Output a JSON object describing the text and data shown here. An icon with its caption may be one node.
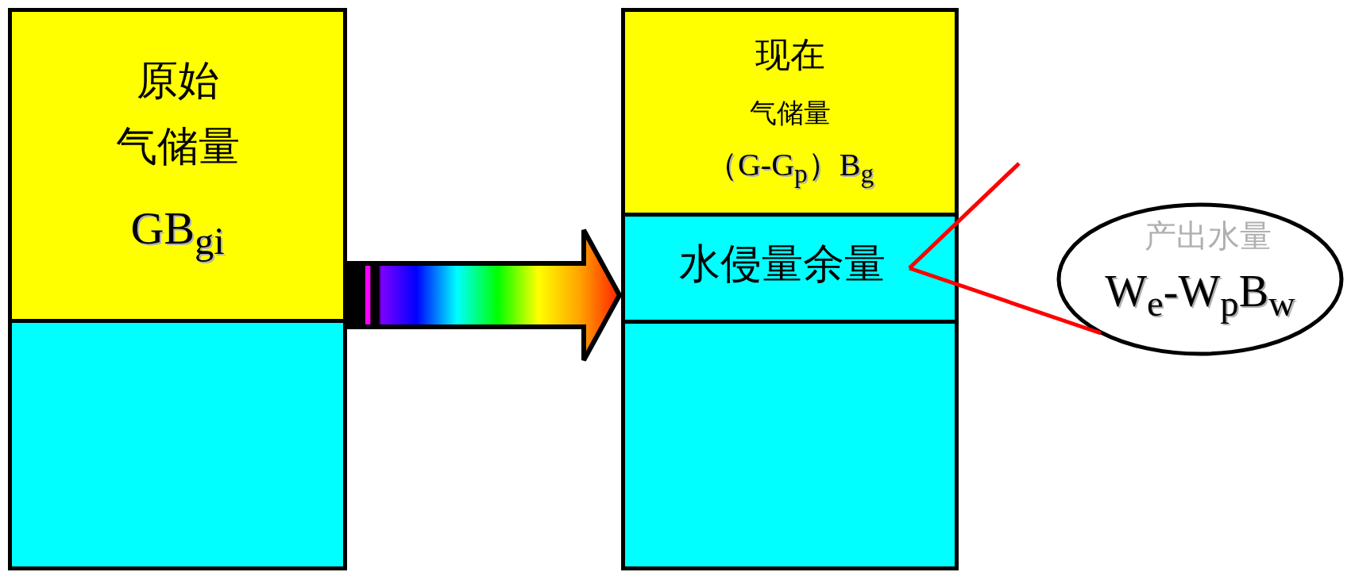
{
  "diagram": {
    "nodes": [
      {
        "text": [],
        "shape": "box"
      },
      {
        "text": [
          "原始气储量",
          "GB$_{gi}$"
        ],
        "in": 0
      },
      {
        "text": [],
        "shape": "box",
        "in": 0
      },
      {
        "text": [],
        "shape": "box"
      },
      {
        "text": [
          "现在气储量",
          "（G-G$_{p}$）B$_{g}$"
        ],
        "in": 3
      },
      {
        "text": [
          "水侵量余量"
        ],
        "in": 3
      },
      {
        "text": [],
        "shape": "box",
        "in": 3
      },
      {
        "text": [
          "产出水量",
          "W$_{e}$-W$_{p}$B$_{w}$"
        ]
      }
    ],
    "edges": [
      {
        "from": 0,
        "to": 3,
        "arrow": "to",
        "style": "thick"
      },
      {
        "from": 5,
        "to": 7,
        "arrow": "none",
        "color": "#ff0000"
      }
    ]
  }
}
